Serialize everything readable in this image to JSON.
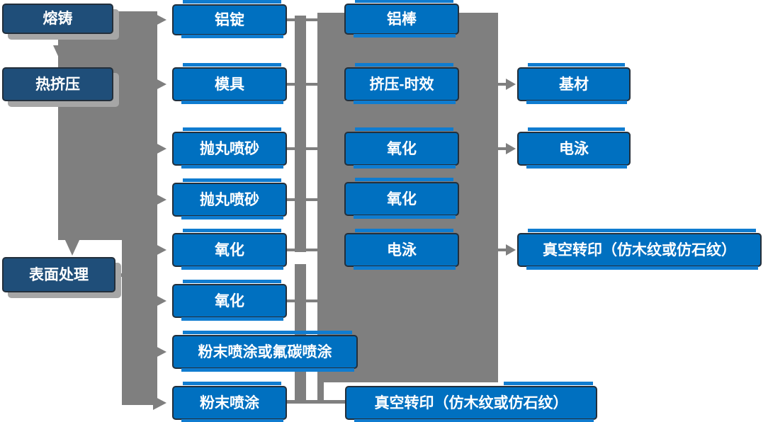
{
  "flowchart": {
    "stage_column": {
      "melting": "熔铸",
      "hot_extrusion": "热挤压",
      "surface_treatment": "表面处理"
    },
    "process_column": {
      "aluminum_ingot": "铝锭",
      "mold": "模具",
      "shot_blasting_1": "抛丸喷砂",
      "shot_blasting_2": "抛丸喷砂",
      "oxidation_1": "氧化",
      "oxidation_2": "氧化",
      "powder_or_fluorocarbon_coating": "粉末喷涂或氟碳喷涂",
      "powder_coating": "粉末喷涂"
    },
    "intermediate_column": {
      "aluminum_rod": "铝棒",
      "extrusion_aging": "挤压-时效",
      "oxidation_1": "氧化",
      "oxidation_2": "氧化",
      "electrophoresis": "电泳",
      "vacuum_transfer": "真空转印（仿木纹或仿石纹）"
    },
    "output_column": {
      "base_material": "基材",
      "electrophoresis": "电泳",
      "vacuum_transfer": "真空转印（仿木纹或仿石纹）"
    },
    "colors": {
      "process_box_blue": "#0070C0",
      "accent_strip_blue": "#0F7CD0",
      "stage_box_dark_blue": "#1F4E79",
      "connector_gray": "#7F7F7F"
    }
  }
}
